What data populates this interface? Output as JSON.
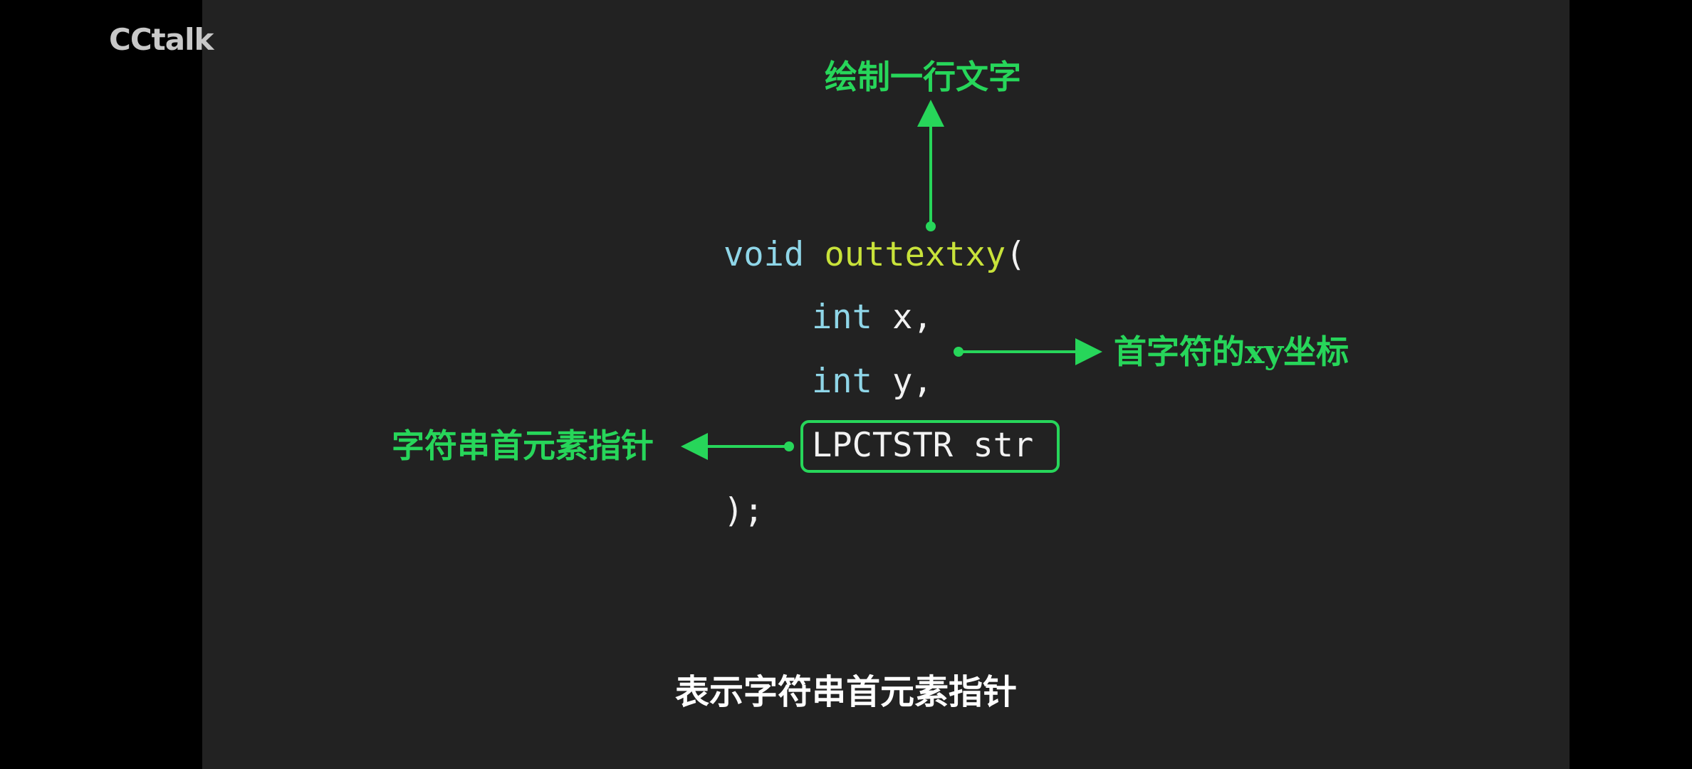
{
  "logo": "CCtalk",
  "code": {
    "line1_keyword": "void",
    "line1_function": "outtextxy",
    "line1_paren": "(",
    "line2_keyword": "int",
    "line2_rest": " x,",
    "line3_keyword": "int",
    "line3_rest": " y,",
    "line4_param": "LPCTSTR str",
    "line5": ");"
  },
  "annotations": {
    "function_label": "绘制一行文字",
    "xy_label": "首字符的xy坐标",
    "str_label": "字符串首元素指针"
  },
  "subtitle": "表示字符串首元素指针",
  "colors": {
    "accent": "#27d65a",
    "keyword": "#8fd6e8",
    "function": "#c8e23a",
    "stage_bg": "#222222",
    "outer_bg": "#000000"
  }
}
